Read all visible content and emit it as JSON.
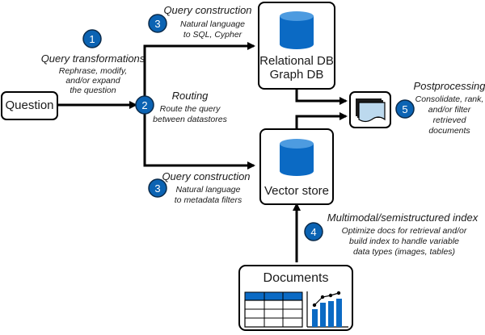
{
  "colors": {
    "badge_fill": "#0b63b3",
    "badge_stroke": "#0a2a4a",
    "cylinder_body": "#0b6ac4",
    "cylinder_top": "#4d9be0",
    "doc_fill": "#bcd9ee",
    "table_header": "#0b6ac4",
    "line": "#000000"
  },
  "nodes": {
    "question": "Question",
    "relational_db_line1": "Relational DB",
    "relational_db_line2": "Graph DB",
    "vector_store": "Vector store",
    "documents": "Documents"
  },
  "steps": [
    {
      "number": "1",
      "title": "Query transformations",
      "desc": [
        "Rephrase, modify,",
        "and/or expand",
        "the question"
      ]
    },
    {
      "number": "2",
      "title": "Routing",
      "desc": [
        "Route the query",
        "between datastores"
      ]
    },
    {
      "number": "3",
      "title": "Query construction",
      "desc": [
        "Natural language",
        "to SQL, Cypher"
      ]
    },
    {
      "number": "3",
      "title": "Query construction",
      "desc": [
        "Natural language",
        "to metadata filters"
      ]
    },
    {
      "number": "4",
      "title": "Multimodal/semistructured index",
      "desc": [
        "Optimize docs for retrieval and/or",
        "build index to handle variable",
        "data types (images, tables)"
      ]
    },
    {
      "number": "5",
      "title": "Postprocessing",
      "desc": [
        "Consolidate, rank,",
        "and/or filter",
        "retrieved",
        "documents"
      ]
    }
  ]
}
